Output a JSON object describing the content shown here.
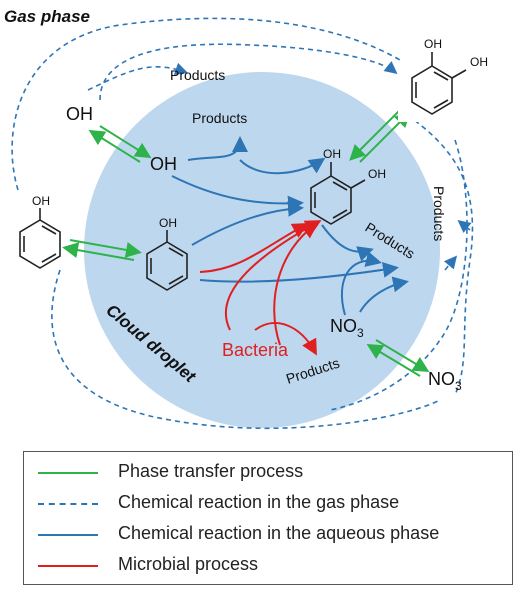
{
  "diagram": {
    "gas_phase_title": "Gas phase",
    "cloud_label": "Cloud droplet",
    "species": {
      "oh_gas": "OH",
      "oh_aq": "OH",
      "oh_hydroxyl_small": "OH",
      "phenol_oh_gas": "OH",
      "phenol_oh_aq": "OH",
      "catechol_oh1_gas": "OH",
      "catechol_oh2_gas": "OH",
      "catechol_oh1_aq": "OH",
      "catechol_oh2_aq": "OH",
      "no3_aq": "NO",
      "no3_aq_sub": "3",
      "no3_gas": "NO",
      "no3_gas_sub": "3",
      "bacteria": "Bacteria"
    },
    "products": {
      "gas_top": "Products",
      "gas_right": "Products",
      "aq_top": "Products",
      "aq_right": "Products",
      "aq_bottom": "Products"
    }
  },
  "legend": {
    "items": [
      {
        "label": "Phase transfer process",
        "color": "#2db34a",
        "style": "solid"
      },
      {
        "label": "Chemical reaction in the gas phase",
        "color": "#2e75b6",
        "style": "dashed"
      },
      {
        "label": "Chemical reaction in the aqueous phase",
        "color": "#2e75b6",
        "style": "solid"
      },
      {
        "label": "Microbial process",
        "color": "#e02020",
        "style": "solid"
      }
    ]
  }
}
